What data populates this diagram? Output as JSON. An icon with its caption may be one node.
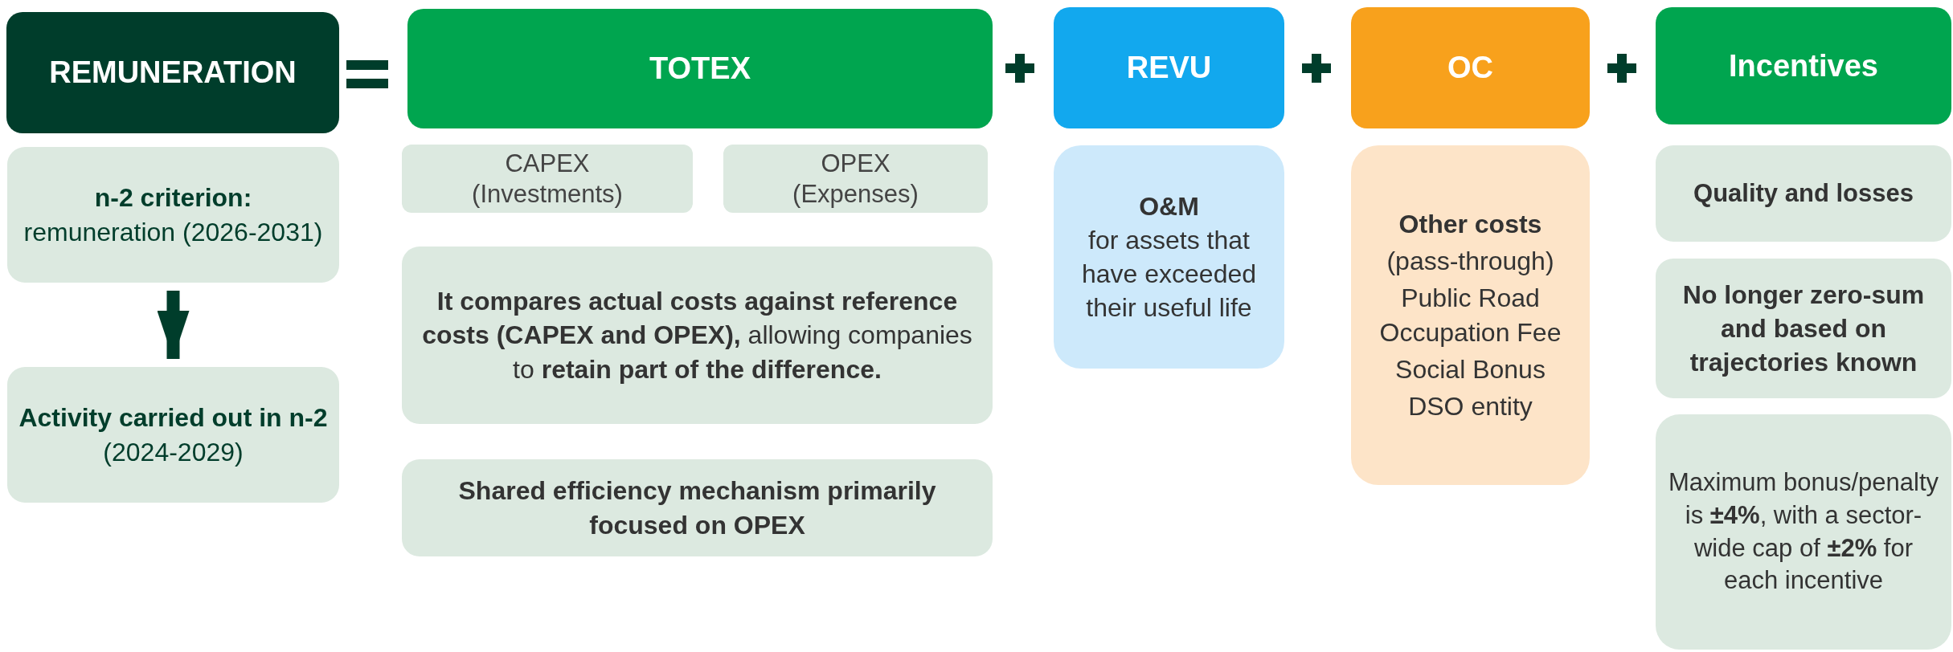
{
  "diagram": {
    "nodes": [
      {
        "text": [
          "REMUNERATION"
        ]
      },
      {
        "text": [
          "TOTEX"
        ]
      },
      {
        "text": [
          "REVU"
        ]
      },
      {
        "text": [
          "OC"
        ]
      },
      {
        "text": [
          "Incentives"
        ]
      },
      {
        "text": [
          "n-2 criterion:",
          "remuneration (2026-2031)"
        ]
      },
      {
        "text": [
          "**Activity carried out in n-2** (2024-2029)"
        ]
      },
      {
        "text": [
          "CAPEX",
          "(Investments)"
        ]
      },
      {
        "text": [
          "OPEX",
          "(Expenses)"
        ]
      },
      {
        "text": [
          "**It compares actual costs against reference costs (CAPEX and OPEX),** allowing companies to **retain part of the difference.**"
        ]
      },
      {
        "text": [
          "Shared efficiency mechanism primarily focused on OPEX"
        ]
      },
      {
        "text": [
          "O&M",
          "for assets that have exceeded their useful life"
        ]
      },
      {
        "text": [
          "Other costs",
          "(pass-through)",
          "Public Road Occupation Fee",
          "Social Bonus",
          "DSO entity"
        ]
      },
      {
        "text": [
          "Quality and losses"
        ]
      },
      {
        "text": [
          "No longer zero-sum and based on trajectories known"
        ]
      },
      {
        "text": [
          "Maximum bonus/penalty is **±4%**, with a sector-wide cap of **±2%** for each incentive"
        ]
      }
    ],
    "edges": [
      {
        "from": 5,
        "to": 6,
        "arrow": "to"
      }
    ]
  }
}
